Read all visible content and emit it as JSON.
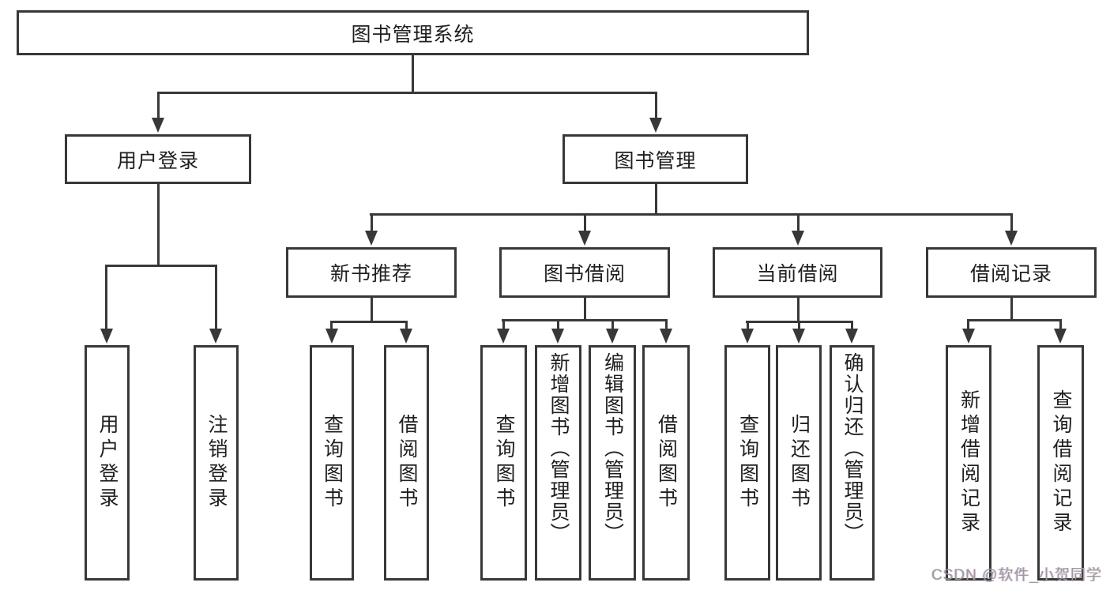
{
  "diagram": {
    "root": "图书管理系统",
    "level2": [
      "用户登录",
      "图书管理"
    ],
    "level3": [
      "新书推荐",
      "图书借阅",
      "当前借阅",
      "借阅记录"
    ],
    "leaves": {
      "user_login": [
        "用户登录",
        "注销登录"
      ],
      "new_book": [
        "查询图书",
        "借阅图书"
      ],
      "book_borrow": [
        "查询图书",
        "新增图书（管理员）",
        "编辑图书（管理员）",
        "借阅图书"
      ],
      "current_borrow": [
        "查询图书",
        "归还图书",
        "确认归还（管理员）"
      ],
      "borrow_record": [
        "新增借阅记录",
        "查询借阅记录"
      ]
    }
  },
  "watermark": "CSDN @软件_小贺同学",
  "colors": {
    "line": "#383838",
    "text": "#1f1f1f",
    "watermark": "#9b9b9b",
    "background": "#ffffff"
  }
}
